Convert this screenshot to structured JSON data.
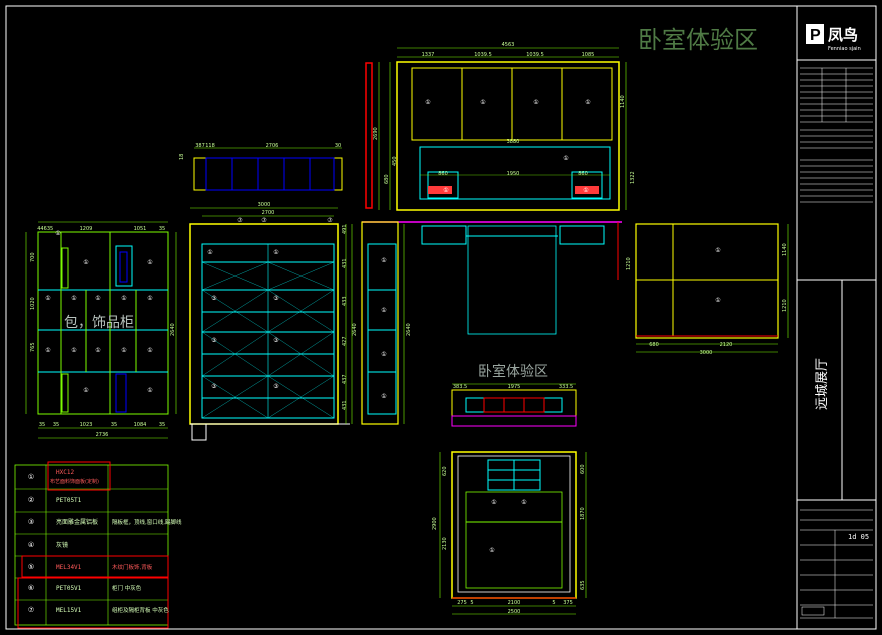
{
  "title_main": "卧室体验区",
  "title_mid": "卧室体验区",
  "label_cabinet": "包，饰品柜",
  "brand": {
    "logo_char": "P",
    "name": "凤鸟",
    "sub": "Fenniao sjain"
  },
  "sheet_side_text": "远城展厅",
  "sheet_no": "1d  05",
  "dims": {
    "top_total": "4563",
    "top_parts": [
      "1337",
      "1039.5",
      "1039.5",
      "1085"
    ],
    "top_left_v": "2690",
    "top_right_v": "1140",
    "top_right_v2": "1322",
    "top_left_v2": "680",
    "top_left_v3": "450",
    "bed_w": "3880",
    "bed_segs": [
      "860",
      "1950",
      "860"
    ],
    "small_top": [
      "387",
      "118",
      "2706",
      "30"
    ],
    "small_left_v": "18",
    "wardrobe_w1": "3000",
    "wardrobe_w2": "2700",
    "wardrobe_h": "2640",
    "left_top_parts": [
      "446",
      "35",
      "1209",
      "1051",
      "35"
    ],
    "left_bottom_parts": [
      "1023",
      "1084"
    ],
    "left_bottom_edges": [
      "35",
      "35",
      "35",
      "35"
    ],
    "left_total": "2736",
    "left_v": "2640",
    "left_v_parts": [
      "700",
      "1020",
      "765"
    ],
    "side_v": "2640",
    "side_col_parts": [
      "491",
      "431",
      "433",
      "427",
      "437",
      "431"
    ],
    "right_v": [
      "1140",
      "1210"
    ],
    "right_bottom": [
      "680",
      "2120"
    ],
    "right_total": "3000",
    "right_v2": "1210",
    "mid_parts": [
      "383.5",
      "1975",
      "333.5"
    ],
    "plan_w": "2500",
    "plan_parts": [
      "275",
      "5",
      "2100",
      "5",
      "375"
    ],
    "plan_v": "2900",
    "plan_v_parts": [
      "620",
      "2130"
    ],
    "plan_right_v": [
      "600",
      "1870",
      "635"
    ]
  },
  "circle_marks": [
    "①",
    "②",
    "③",
    "④",
    "⑤",
    "⑥",
    "⑦"
  ],
  "legend": {
    "rows": [
      {
        "mark": "①",
        "code": "HXC12",
        "desc": "布艺面料饰面板(定制)",
        "red": true
      },
      {
        "mark": "②",
        "code": "PET05T1",
        "desc": ""
      },
      {
        "mark": "③",
        "code": "亮面雕金属铝板",
        "desc": "隔板框，顶线,窗口线,踢脚线"
      },
      {
        "mark": "④",
        "code": "灰镜",
        "desc": ""
      },
      {
        "mark": "⑤",
        "code": "MEL34V1",
        "desc": "木纹门板饰,背板",
        "red": true
      },
      {
        "mark": "⑥",
        "code": "PET05V1",
        "desc": "柜门 中灰色"
      },
      {
        "mark": "⑦",
        "code": "MEL15V1",
        "desc": "组柜及隔柜背板 中灰色"
      }
    ]
  },
  "colors": {
    "yellow": "#ffff00",
    "cyan": "#00ffff",
    "green": "#7cfc00",
    "white": "#ffffff",
    "red": "#ff0000",
    "magenta": "#ff00ff",
    "blue": "#0000ff",
    "dimtext": "#c8ff96",
    "title": "#4f7a45"
  }
}
